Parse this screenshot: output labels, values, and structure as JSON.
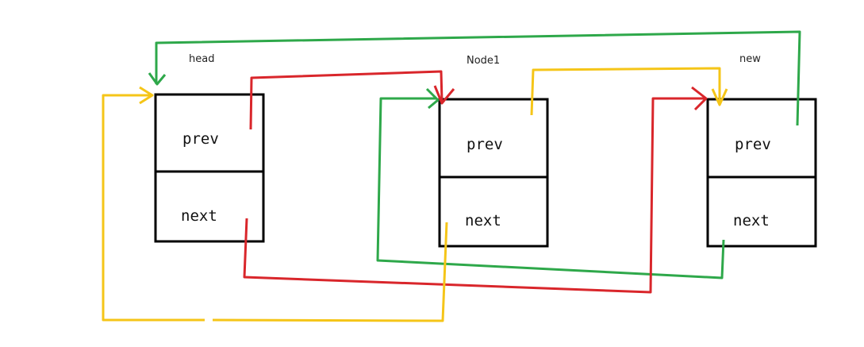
{
  "nodes": [
    {
      "label": "head",
      "field_prev": "prev",
      "field_next": "next"
    },
    {
      "label": "Node1",
      "field_prev": "prev",
      "field_next": "next"
    },
    {
      "label": "new",
      "field_prev": "prev",
      "field_next": "next"
    }
  ],
  "colors": {
    "green": "#2ea84a",
    "red": "#d9262b",
    "yellow": "#f5c518"
  }
}
